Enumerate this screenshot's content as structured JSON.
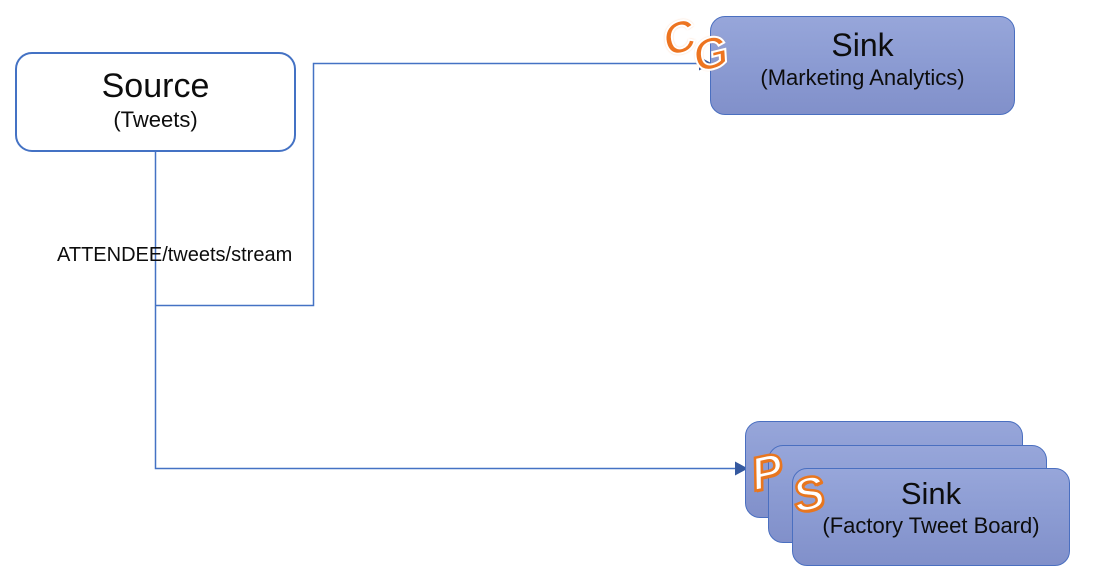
{
  "source_node": {
    "title": "Source",
    "subtitle": "(Tweets)"
  },
  "connector_label": "ATTENDEE/tweets/stream",
  "marketing_sink_node": {
    "title": "Sink",
    "subtitle": "(Marketing Analytics)"
  },
  "factory_sink_node": {
    "title": "Sink",
    "subtitle": "(Factory Tweet Board)",
    "stack_count": 3
  },
  "badges": {
    "cg": {
      "letters": [
        "C",
        "G"
      ]
    },
    "ps": {
      "letters": [
        "P",
        "S"
      ]
    }
  },
  "colors": {
    "node_fill": "#8c9cd3",
    "node_border": "#4a6fc0",
    "source_border": "#4472c4",
    "connector": "#4472c4",
    "arrowhead": "#35599f",
    "badge_orange": "#ed7420",
    "text": "#0d0d0d"
  }
}
